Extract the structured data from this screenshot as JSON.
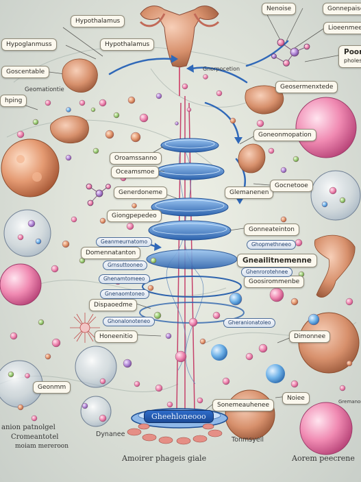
{
  "labels": {
    "hypothalamus_top": "Hypothalamus",
    "hypothalamus_mid": "Hypothalamus",
    "hypoglanmuss": "Hypoglanmuss",
    "nenoise": "Nenoise",
    "gonnepaise": "Gonnepaise",
    "lioeenmee": "Lioeenmee",
    "poor_right": "Poor",
    "poor_right_sub": "pholes",
    "goscentable": "Goscentable",
    "hping": "hping",
    "geomationtie": "Geomationtie",
    "gnorpocetion": "Gnorpocetion",
    "geosermenxtede": "Geosermenxtede",
    "goneonmopation": "Goneonmopation",
    "oroamssanno": "Oroamssanno",
    "ocemasmoe": "Oceamsmoe",
    "generdoneme": "Generdoneme",
    "glemanenen": "Glemanenen",
    "gocnetooe": "Gocnetooe",
    "giongpepedeo": "Giongpepedeo",
    "gonneateinton": "Gonneateinton",
    "domennatanton": "Domennatanton",
    "greassimmeme": "Gneailitnemenne",
    "goosirommenbe": "Goosirommenbe",
    "dispaoedme": "Dispaoedme",
    "honeenitio": "Honeenitio",
    "dimonnee": "Dimonnee",
    "geonmm": "Geonmm",
    "nolee": "Noiee",
    "sonemeauhenee": "Sonemeauhenee",
    "tonmspyell": "Tonmsyell",
    "dynanee": "Dynanee",
    "anoirner_phageis_giale": "Amoirer phageis giale",
    "aorem_peecrene": "Aorem peecrene",
    "anion_patnolgel": "anion patnolgel",
    "cromeantotel": "Cromeantotel",
    "moiam_mereroon": "moiam mereroon",
    "plate_label": "Gheehloneooo",
    "gremanone": "Gremanone"
  },
  "pills": {
    "p1": "Geanmeurnatomo",
    "p2": "Ghopmethneeo",
    "p3": "Grnsuttooneo",
    "p4": "Ghenrorotehnee",
    "p5": "Ghenamtomeeo",
    "p6": "Gnenaomtoneo",
    "p7": "Ghonalonoteneo",
    "p8": "Gheranionatoleo"
  }
}
